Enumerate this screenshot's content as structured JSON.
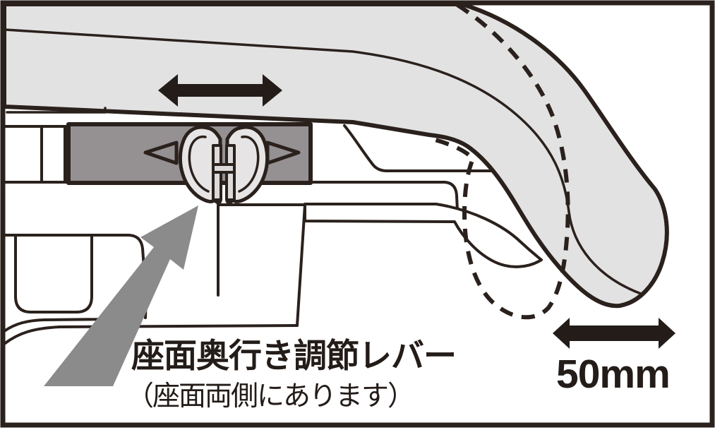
{
  "figure": {
    "type": "instruction-manual-illustration",
    "subject": "chair seat depth adjustment mechanism, side view"
  },
  "labels": {
    "lever_label": "座面奥行き調節レバー",
    "lever_note": "（座面両側にあります）",
    "travel_distance": "50mm"
  },
  "colors": {
    "background": "#ffffff",
    "line_dark": "#2a211d",
    "seat_gray": "#e3e2e2",
    "track_gray": "#959193",
    "callout_arrow_gray": "#8b8b8b",
    "arrow_black": "#231c18",
    "text_color": "#231c18"
  },
  "icons": [
    {
      "name": "slide-direction-arrow-icon",
      "glyph": "double-headed horizontal black arrow over seat"
    },
    {
      "name": "track-left-triangle-icon",
      "glyph": "outlined triangle pointing left"
    },
    {
      "name": "track-right-triangle-icon",
      "glyph": "outlined triangle pointing right"
    },
    {
      "name": "pinch-lever-icon",
      "glyph": "two mirrored fingers pinching a lever"
    },
    {
      "name": "retracted-outline-icon",
      "glyph": "dashed outline of seat front in retracted position"
    },
    {
      "name": "callout-arrow-icon",
      "glyph": "gray diagonal arrow from label to lever"
    },
    {
      "name": "travel-arrow-icon",
      "glyph": "double-headed horizontal black arrow above 50mm"
    }
  ]
}
